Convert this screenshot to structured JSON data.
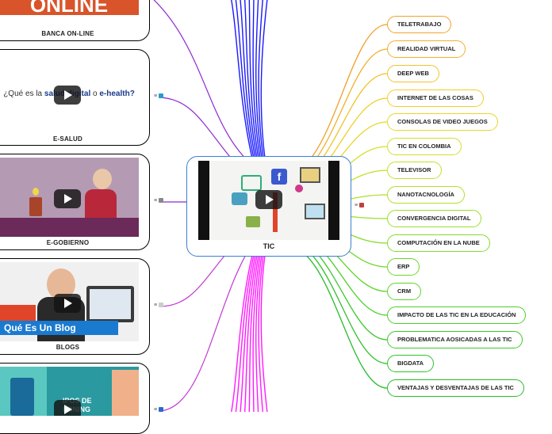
{
  "center": {
    "label": "TIC"
  },
  "left_cards": [
    {
      "caption": "BANCA ON-LINE",
      "thumb_text": "ONLINE",
      "color": "#8e2bd0"
    },
    {
      "caption": "E-SALUD",
      "thumb_text_1": "¿Qué es la",
      "thumb_text_2": "salud digital",
      "thumb_text_3": "o",
      "thumb_text_4": "e-health?",
      "color": "#8e2bd0"
    },
    {
      "caption": "E-GOBIERNO",
      "color": "#8e2bd0"
    },
    {
      "caption": "BLOGS",
      "thumb_text": "Qué Es Un Blog",
      "color": "#c03ad0"
    },
    {
      "caption": "",
      "thumb_text": "IPOS DE ERNING",
      "color": "#c03ad0"
    }
  ],
  "right_nodes": [
    {
      "label": "TELETRABAJO",
      "color": "#f0a12a"
    },
    {
      "label": "REALIDAD VIRTUAL",
      "color": "#f0b02a"
    },
    {
      "label": "DEEP WEB",
      "color": "#f0c22a"
    },
    {
      "label": "INTERNET DE LAS COSAS",
      "color": "#f0cf2a"
    },
    {
      "label": "CONSOLAS DE VIDEO JUEGOS",
      "color": "#e8d62a"
    },
    {
      "label": "TIC EN COLOMBIA",
      "color": "#d8dc2a"
    },
    {
      "label": "TELEVISOR",
      "color": "#c4df2a"
    },
    {
      "label": "NANOTACNOLOGÍA",
      "color": "#b0df2a"
    },
    {
      "label": "CONVERGENCIA DIGITAL",
      "color": "#9cdf2a"
    },
    {
      "label": "COMPUTACIÓN EN LA NUBE",
      "color": "#84dc2a"
    },
    {
      "label": "ERP",
      "color": "#6cd82a"
    },
    {
      "label": "CRM",
      "color": "#5cd42a"
    },
    {
      "label": "IMPACTO DE LAS TIC EN LA EDUCACIÓN",
      "color": "#4ccf2a"
    },
    {
      "label": "PROBLEMATICA AOSICADAS A LAS TIC",
      "color": "#3cc82a"
    },
    {
      "label": "BIGDATA",
      "color": "#30c22a"
    },
    {
      "label": "VENTAJAS Y DESVENTAJAS DE LAS TIC",
      "color": "#28bc2a"
    }
  ],
  "icons": [
    "notes-icon",
    "image-icon"
  ],
  "colors": {
    "center_border": "#3a7fd0",
    "branch_blue": "#1a1aff",
    "branch_magenta": "#ff1aff"
  }
}
